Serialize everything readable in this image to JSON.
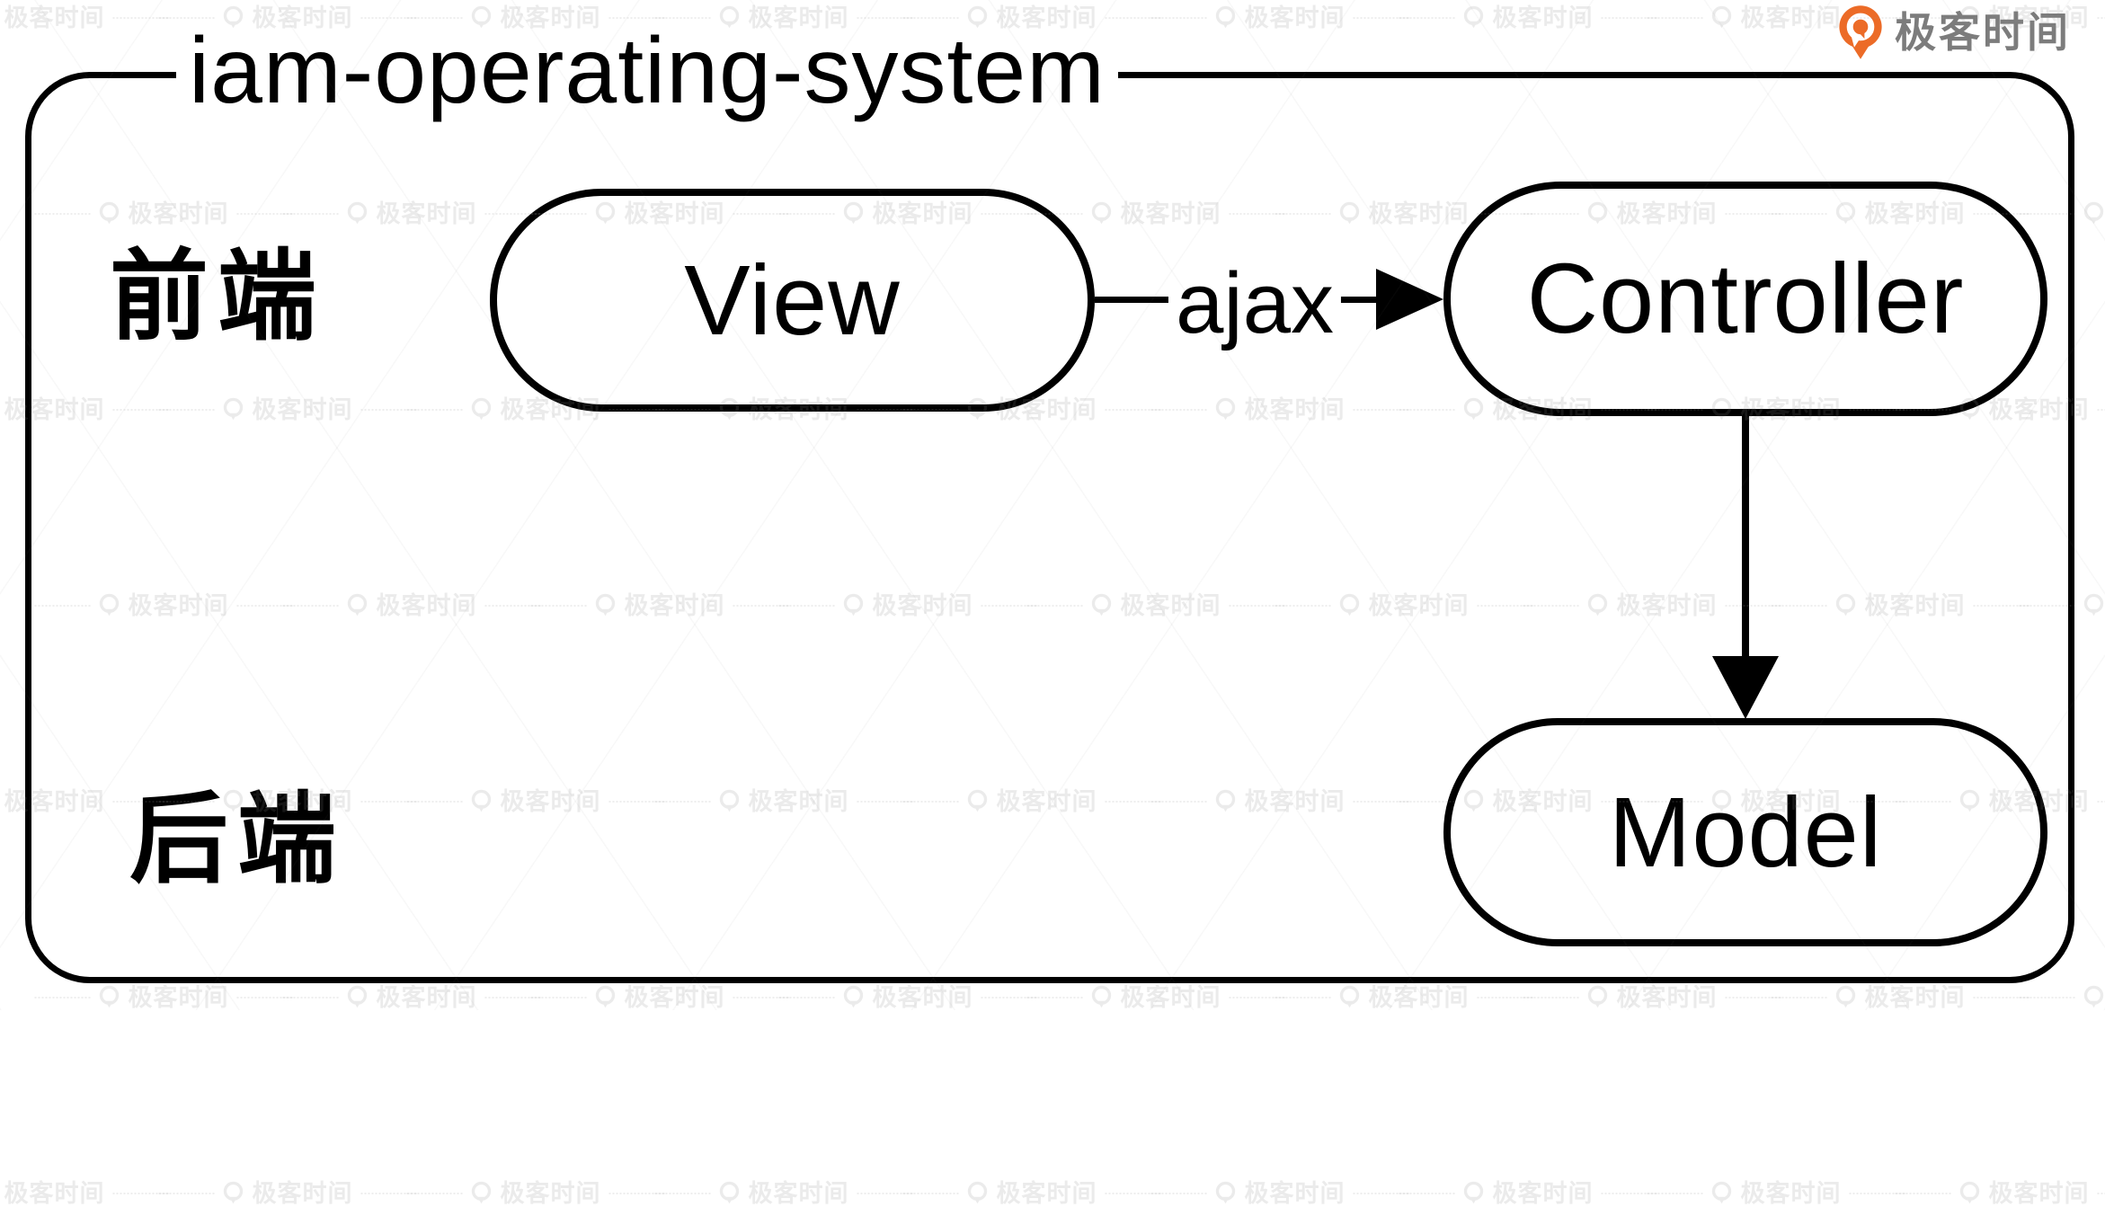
{
  "diagram": {
    "type": "flowchart",
    "title": "iam-operating-system",
    "nodes": [
      {
        "id": "view",
        "label": "View",
        "region": "frontend"
      },
      {
        "id": "controller",
        "label": "Controller",
        "region": "backend"
      },
      {
        "id": "model",
        "label": "Model",
        "region": "backend"
      }
    ],
    "edges": [
      {
        "from": "view",
        "to": "controller",
        "label": "ajax",
        "direction": "right"
      },
      {
        "from": "controller",
        "to": "model",
        "label": "",
        "direction": "down"
      }
    ],
    "region_labels": [
      {
        "id": "frontend",
        "label": "前端"
      },
      {
        "id": "backend",
        "label": "后端"
      }
    ]
  },
  "branding": {
    "logo_text": "极客时间",
    "logo_icon": "geektime-pin-icon"
  },
  "watermark": {
    "text": "极客时间",
    "icon": "geektime-pin-icon"
  },
  "colors": {
    "stroke": "#000000",
    "background": "#ffffff",
    "logo_orange": "#EC6B27",
    "logo_text_gray": "#7C7C7C",
    "watermark_gray": "#8A8A8A"
  }
}
